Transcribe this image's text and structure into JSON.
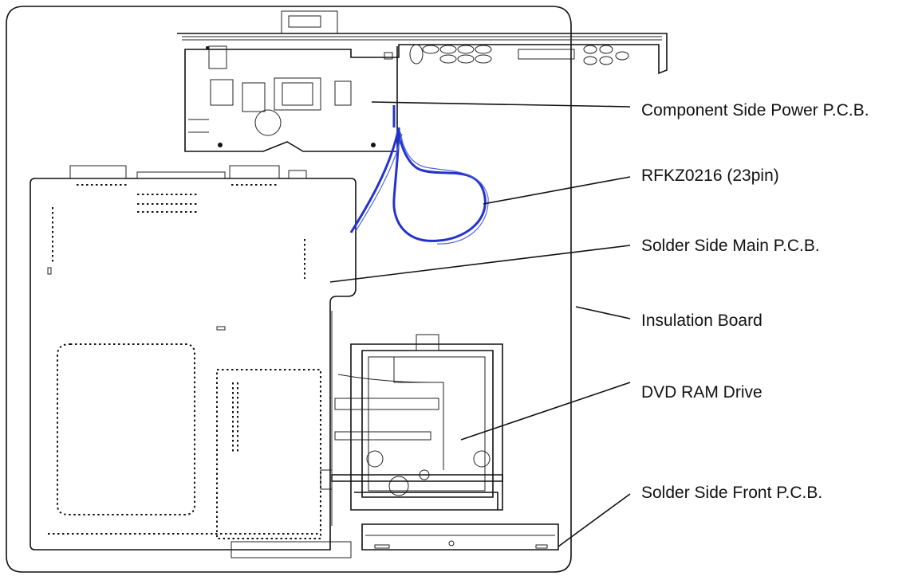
{
  "labels": {
    "power_pcb": "Component Side Power P.C.B.",
    "cable": "RFKZ0216 (23pin)",
    "main_pcb": "Solder Side Main P.C.B.",
    "insulation": "Insulation Board",
    "dvd_drive": "DVD RAM Drive",
    "front_pcb": "Solder Side Front P.C.B."
  },
  "colors": {
    "line": "#111111",
    "cable": "#2233cc"
  }
}
